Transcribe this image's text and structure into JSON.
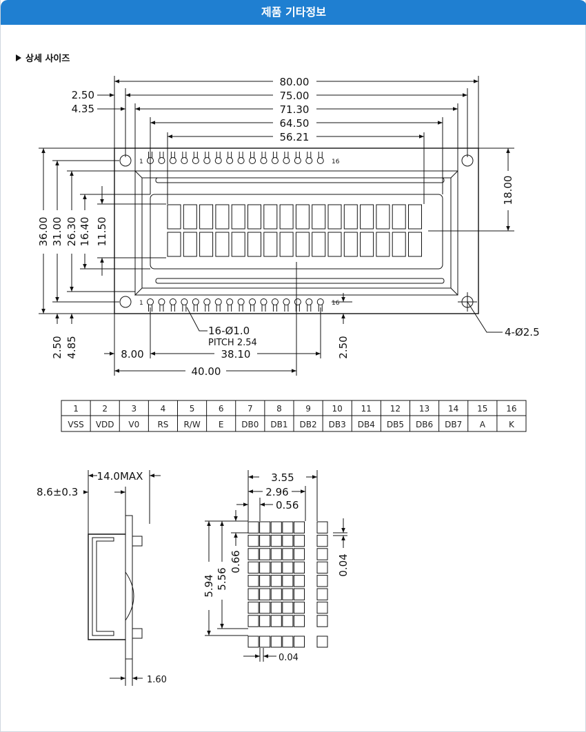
{
  "header": {
    "title": "제품 기타정보"
  },
  "section": {
    "title": "상세 사이즈"
  },
  "front_view": {
    "widths": [
      "80.00",
      "75.00",
      "71.30",
      "64.50",
      "56.21"
    ],
    "left_offsets": [
      "2.50",
      "4.35"
    ],
    "heights": [
      "36.00",
      "31.00",
      "26.30",
      "16.40",
      "11.50"
    ],
    "right_height": "18.00",
    "pin_first": "1",
    "pin_last": "16",
    "pin_spec": "16-Ø1.0",
    "pitch": "PITCH 2.54",
    "mount_hole": "4-Ø2.5",
    "bottom_left": [
      "2.50",
      "4.85"
    ],
    "bottom_dims": [
      "8.00",
      "38.10",
      "40.00"
    ],
    "bottom_right": "2.50"
  },
  "pin_table": {
    "numbers": [
      "1",
      "2",
      "3",
      "4",
      "5",
      "6",
      "7",
      "8",
      "9",
      "10",
      "11",
      "12",
      "13",
      "14",
      "15",
      "16"
    ],
    "names": [
      "VSS",
      "VDD",
      "V0",
      "RS",
      "R/W",
      "E",
      "DB0",
      "DB1",
      "DB2",
      "DB3",
      "DB4",
      "DB5",
      "DB6",
      "DB7",
      "A",
      "K"
    ]
  },
  "side_view": {
    "depth_max": "14.0MAX",
    "offset": "8.6±0.3",
    "pcb": "1.60"
  },
  "char_detail": {
    "widths": [
      "3.55",
      "2.96",
      "0.56"
    ],
    "heights": [
      "5.94",
      "5.56",
      "0.66"
    ],
    "gap_right": "0.04",
    "gap_bottom": "0.04"
  }
}
